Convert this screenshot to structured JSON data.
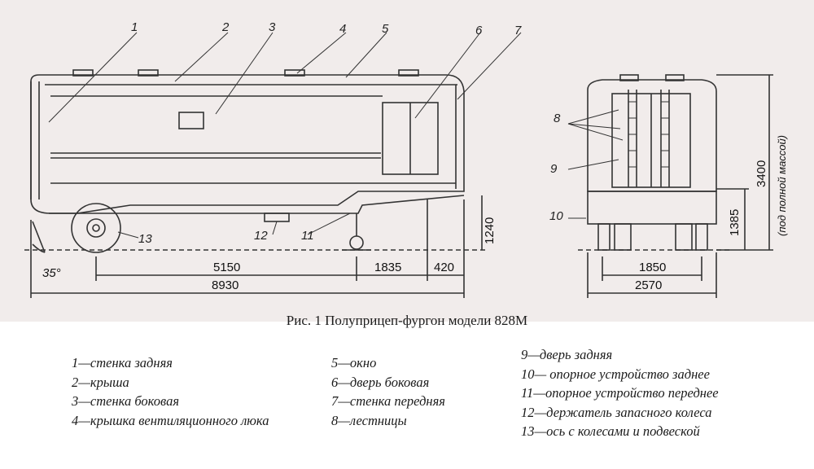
{
  "caption": "Рис. 1 Полуприцеп-фургон модели 828М",
  "callouts": [
    "1",
    "2",
    "3",
    "4",
    "5",
    "6",
    "7",
    "8",
    "9",
    "10",
    "11",
    "12",
    "13"
  ],
  "dimensions": {
    "d5150": "5150",
    "d8930": "8930",
    "d1835": "1835",
    "d420": "420",
    "d1240": "1240",
    "d1850": "1850",
    "d2570": "2570",
    "d1385": "1385",
    "d3400": "3400",
    "angle": "35°",
    "mass_note": "(под полной массой)"
  },
  "legend": {
    "col1": [
      "1—стенка задняя",
      "2—крыша",
      "3—стенка боковая",
      "4—крышка вентиляционного люка"
    ],
    "col2": [
      "5—окно",
      "6—дверь боковая",
      "7—стенка передняя",
      "8—лестницы"
    ],
    "col3": [
      "9—дверь задняя",
      "10— опорное устройство заднее",
      "11—опорное устройство переднее",
      "12—держатель запасного колеса",
      "13—ось с колесами и подвеской"
    ]
  }
}
